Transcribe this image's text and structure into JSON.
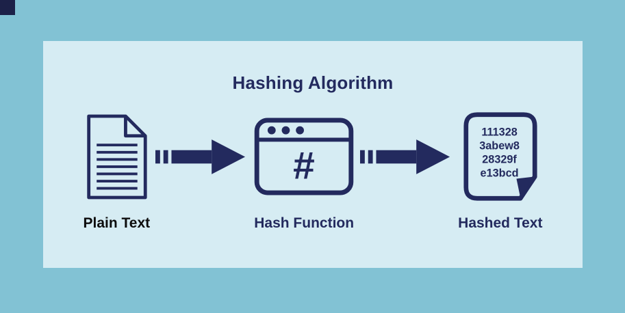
{
  "title": "Hashing Algorithm",
  "nodes": {
    "plain_text": {
      "label": "Plain Text"
    },
    "hash_function": {
      "label": "Hash Function",
      "symbol": "#"
    },
    "hashed_text": {
      "label": "Hashed Text",
      "lines": [
        "111328",
        "3abew8",
        "28329f",
        "e13bcd"
      ]
    }
  },
  "icons": {
    "plain_text": "document-icon",
    "hash_function": "browser-hash-icon",
    "hashed_text": "hashed-document-icon",
    "connector": "thick-arrow-icon"
  },
  "colors": {
    "outer_background": "#82c2d4",
    "panel_background": "#d6ecf3",
    "ink": "#232a5e",
    "plain_label": "#0d0d0d"
  }
}
